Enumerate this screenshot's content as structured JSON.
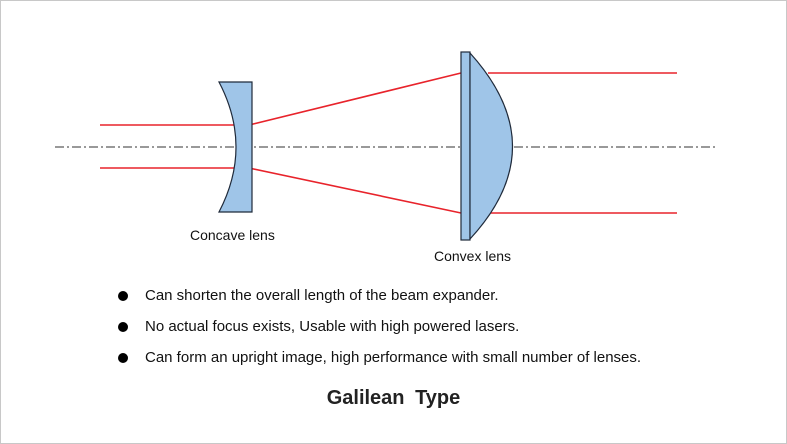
{
  "labels": {
    "concave": "Concave  lens",
    "convex": "Convex  lens"
  },
  "bullets": [
    "Can shorten the overall length of the beam expander.",
    "No actual focus exists, Usable with high powered lasers.",
    "Can form an upright image, high performance with small number of lenses."
  ],
  "title": "Galilean  Type",
  "colors": {
    "beam": "#e8232b",
    "lens_fill": "#9fc5e8",
    "lens_stroke": "#1f2a3a",
    "axis": "#333333"
  }
}
